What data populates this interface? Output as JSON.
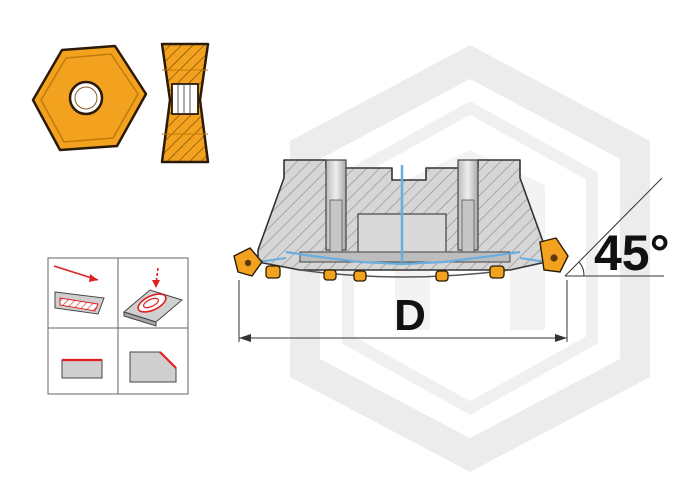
{
  "diagram": {
    "dimension_label": "D",
    "angle_label": "45°"
  },
  "colors": {
    "insert_orange": "#f2a21e",
    "insert_outline": "#2b1a05",
    "body_gray": "#d4d4d4",
    "hatch_gray": "#8c8c8c",
    "coolant_blue": "#6aaee0",
    "watermark_gray": "#ebebeb",
    "marker_red": "#e02020"
  },
  "icons": {
    "watermark": "hexagon-logo-watermark",
    "insert_front": "hexagonal-insert-front-view",
    "insert_side": "insert-side-section-view",
    "application_grid": "machining-operations-icons"
  }
}
